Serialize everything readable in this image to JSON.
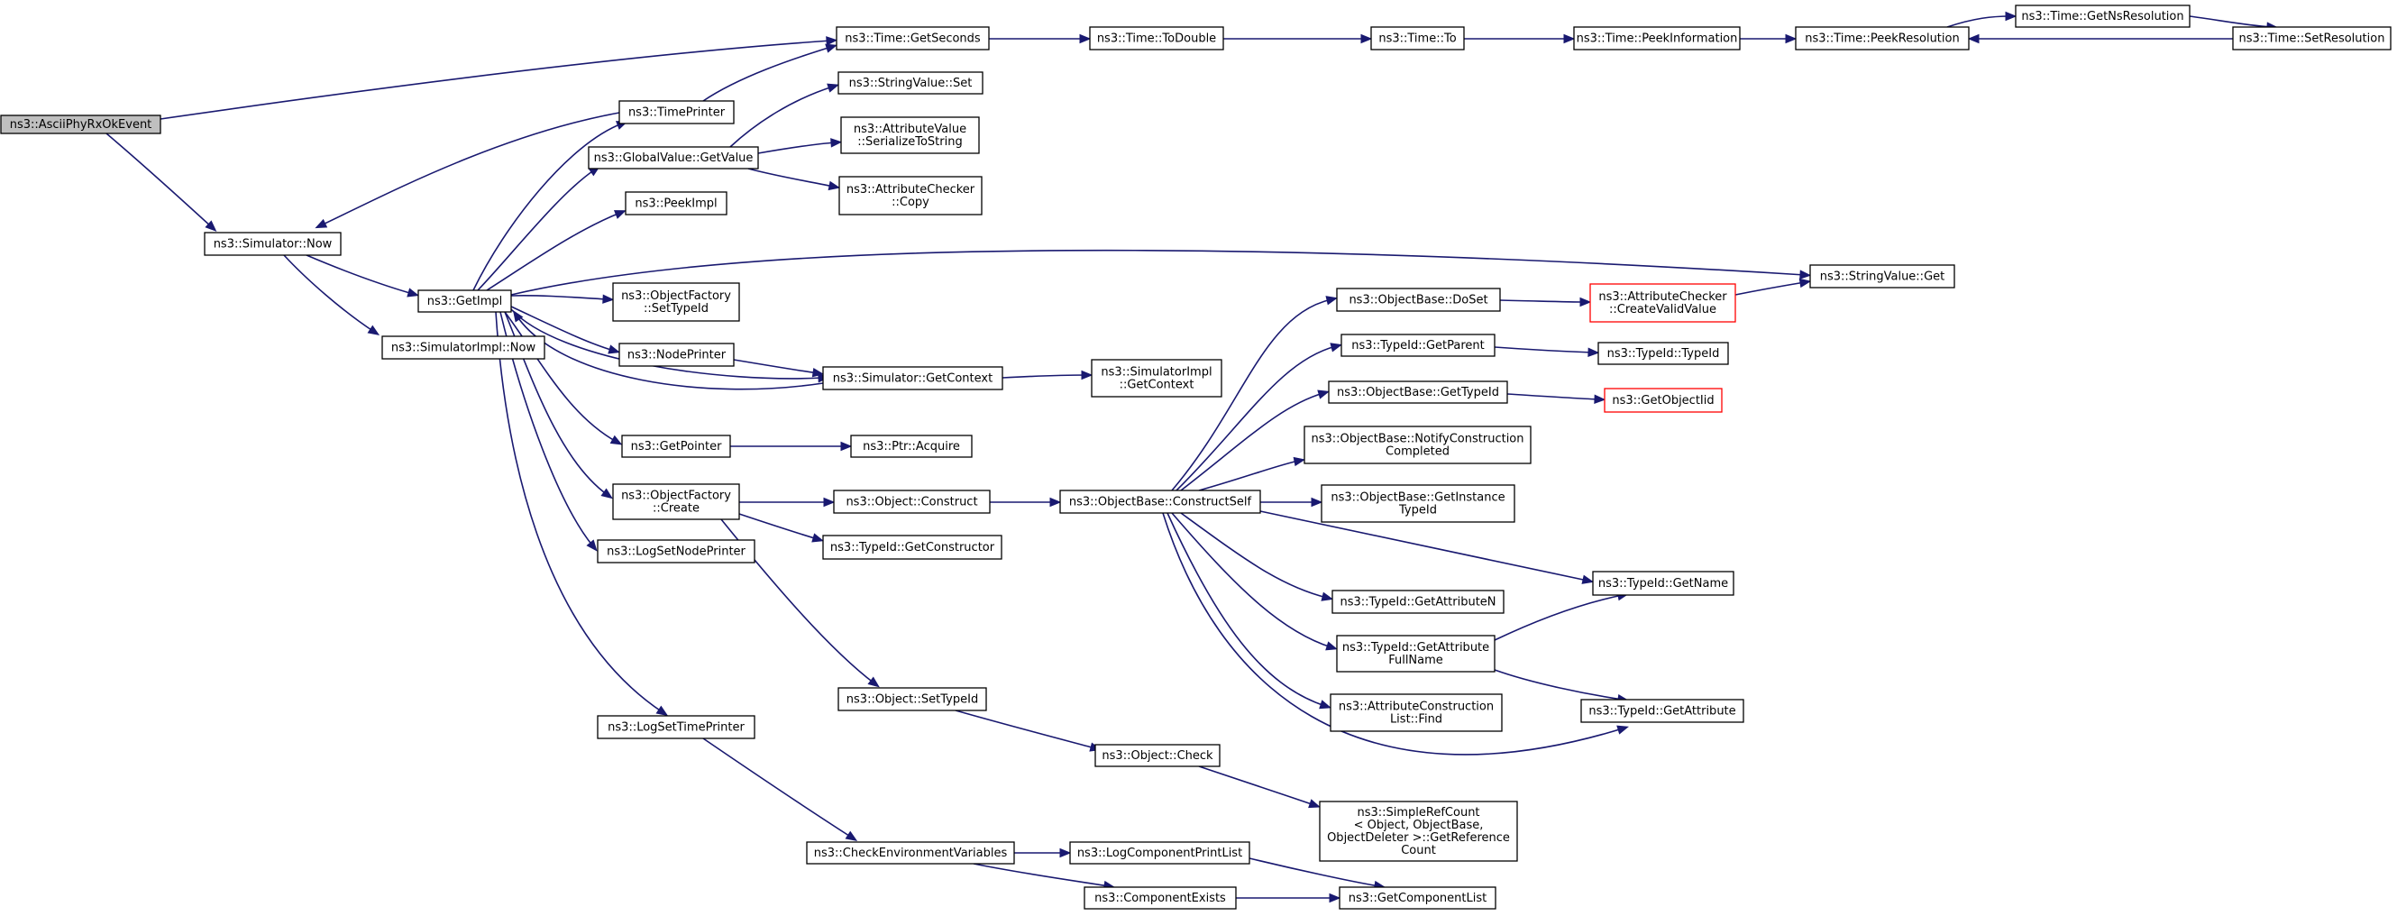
{
  "colors": {
    "edge": "#191970",
    "node_border": "#000000",
    "node_border_incomplete": "#ff0000",
    "root_fill": "#bfbfbf",
    "node_fill": "#ffffff"
  },
  "nodes": [
    {
      "id": "n0",
      "lines": [
        "ns3::AsciiPhyRxOkEvent"
      ],
      "root": true
    },
    {
      "id": "n1",
      "lines": [
        "ns3::Simulator::Now"
      ]
    },
    {
      "id": "n2",
      "lines": [
        "ns3::GetImpl"
      ]
    },
    {
      "id": "n3",
      "lines": [
        "ns3::SimulatorImpl::Now"
      ]
    },
    {
      "id": "n4",
      "lines": [
        "ns3::TimePrinter"
      ]
    },
    {
      "id": "n5",
      "lines": [
        "ns3::GlobalValue::GetValue"
      ]
    },
    {
      "id": "n6",
      "lines": [
        "ns3::PeekImpl"
      ]
    },
    {
      "id": "n7",
      "lines": [
        "ns3::ObjectFactory",
        "::SetTypeId"
      ]
    },
    {
      "id": "n8",
      "lines": [
        "ns3::NodePrinter"
      ]
    },
    {
      "id": "n9",
      "lines": [
        "ns3::GetPointer"
      ]
    },
    {
      "id": "n10",
      "lines": [
        "ns3::ObjectFactory",
        "::Create"
      ]
    },
    {
      "id": "n11",
      "lines": [
        "ns3::LogSetNodePrinter"
      ]
    },
    {
      "id": "n12",
      "lines": [
        "ns3::LogSetTimePrinter"
      ]
    },
    {
      "id": "n13",
      "lines": [
        "ns3::Time::GetSeconds"
      ]
    },
    {
      "id": "n14",
      "lines": [
        "ns3::StringValue::Set"
      ]
    },
    {
      "id": "n15",
      "lines": [
        "ns3::AttributeValue",
        "::SerializeToString"
      ]
    },
    {
      "id": "n16",
      "lines": [
        "ns3::AttributeChecker",
        "::Copy"
      ]
    },
    {
      "id": "n17",
      "lines": [
        "ns3::Simulator::GetContext"
      ]
    },
    {
      "id": "n18",
      "lines": [
        "ns3::Ptr::Acquire"
      ]
    },
    {
      "id": "n19",
      "lines": [
        "ns3::Object::Construct"
      ]
    },
    {
      "id": "n20",
      "lines": [
        "ns3::TypeId::GetConstructor"
      ]
    },
    {
      "id": "n21",
      "lines": [
        "ns3::Object::SetTypeId"
      ]
    },
    {
      "id": "n22",
      "lines": [
        "ns3::CheckEnvironmentVariables"
      ]
    },
    {
      "id": "n23",
      "lines": [
        "ns3::Time::ToDouble"
      ]
    },
    {
      "id": "n24",
      "lines": [
        "ns3::SimulatorImpl",
        "::GetContext"
      ]
    },
    {
      "id": "n25",
      "lines": [
        "ns3::ObjectBase::ConstructSelf"
      ]
    },
    {
      "id": "n26",
      "lines": [
        "ns3::Object::Check"
      ]
    },
    {
      "id": "n27",
      "lines": [
        "ns3::LogComponentPrintList"
      ]
    },
    {
      "id": "n28",
      "lines": [
        "ns3::ComponentExists"
      ]
    },
    {
      "id": "n29",
      "lines": [
        "ns3::Time::To"
      ]
    },
    {
      "id": "n30",
      "lines": [
        "ns3::ObjectBase::DoSet"
      ]
    },
    {
      "id": "n31",
      "lines": [
        "ns3::TypeId::GetParent"
      ]
    },
    {
      "id": "n32",
      "lines": [
        "ns3::ObjectBase::GetTypeId"
      ]
    },
    {
      "id": "n33",
      "lines": [
        "ns3::ObjectBase::NotifyConstruction",
        "Completed"
      ]
    },
    {
      "id": "n34",
      "lines": [
        "ns3::ObjectBase::GetInstance",
        "TypeId"
      ]
    },
    {
      "id": "n35",
      "lines": [
        "ns3::TypeId::GetAttributeN"
      ]
    },
    {
      "id": "n36",
      "lines": [
        "ns3::TypeId::GetAttribute",
        "FullName"
      ]
    },
    {
      "id": "n37",
      "lines": [
        "ns3::AttributeConstruction",
        "List::Find"
      ]
    },
    {
      "id": "n38",
      "lines": [
        "ns3::SimpleRefCount",
        "< Object, ObjectBase,",
        "ObjectDeleter >::GetReference",
        "Count"
      ]
    },
    {
      "id": "n39",
      "lines": [
        "ns3::GetComponentList"
      ]
    },
    {
      "id": "n40",
      "lines": [
        "ns3::Time::PeekInformation"
      ]
    },
    {
      "id": "n41",
      "lines": [
        "ns3::AttributeChecker",
        "::CreateValidValue"
      ],
      "incomplete": true
    },
    {
      "id": "n42",
      "lines": [
        "ns3::TypeId::TypeId"
      ]
    },
    {
      "id": "n43",
      "lines": [
        "ns3::GetObjectIid"
      ],
      "incomplete": true
    },
    {
      "id": "n44",
      "lines": [
        "ns3::TypeId::GetName"
      ]
    },
    {
      "id": "n45",
      "lines": [
        "ns3::TypeId::GetAttribute"
      ]
    },
    {
      "id": "n46",
      "lines": [
        "ns3::Time::PeekResolution"
      ]
    },
    {
      "id": "n47",
      "lines": [
        "ns3::StringValue::Get"
      ]
    },
    {
      "id": "n48",
      "lines": [
        "ns3::Time::GetNsResolution"
      ]
    },
    {
      "id": "n49",
      "lines": [
        "ns3::Time::SetResolution"
      ]
    }
  ],
  "edges": [
    [
      "n0",
      "n1"
    ],
    [
      "n0",
      "n13"
    ],
    [
      "n1",
      "n2"
    ],
    [
      "n1",
      "n3"
    ],
    [
      "n2",
      "n4"
    ],
    [
      "n2",
      "n5"
    ],
    [
      "n2",
      "n6"
    ],
    [
      "n2",
      "n7"
    ],
    [
      "n2",
      "n8"
    ],
    [
      "n2",
      "n9"
    ],
    [
      "n2",
      "n10"
    ],
    [
      "n2",
      "n11"
    ],
    [
      "n2",
      "n12"
    ],
    [
      "n2",
      "n17"
    ],
    [
      "n2",
      "n47"
    ],
    [
      "n4",
      "n1"
    ],
    [
      "n4",
      "n13"
    ],
    [
      "n5",
      "n14"
    ],
    [
      "n5",
      "n15"
    ],
    [
      "n5",
      "n16"
    ],
    [
      "n8",
      "n17"
    ],
    [
      "n9",
      "n18"
    ],
    [
      "n10",
      "n19"
    ],
    [
      "n10",
      "n20"
    ],
    [
      "n10",
      "n21"
    ],
    [
      "n12",
      "n22"
    ],
    [
      "n13",
      "n23"
    ],
    [
      "n17",
      "n2"
    ],
    [
      "n17",
      "n24"
    ],
    [
      "n19",
      "n25"
    ],
    [
      "n21",
      "n26"
    ],
    [
      "n22",
      "n27"
    ],
    [
      "n22",
      "n28"
    ],
    [
      "n23",
      "n29"
    ],
    [
      "n25",
      "n30"
    ],
    [
      "n25",
      "n31"
    ],
    [
      "n25",
      "n32"
    ],
    [
      "n25",
      "n33"
    ],
    [
      "n25",
      "n34"
    ],
    [
      "n25",
      "n35"
    ],
    [
      "n25",
      "n36"
    ],
    [
      "n25",
      "n37"
    ],
    [
      "n25",
      "n44"
    ],
    [
      "n25",
      "n45"
    ],
    [
      "n26",
      "n38"
    ],
    [
      "n27",
      "n39"
    ],
    [
      "n28",
      "n39"
    ],
    [
      "n29",
      "n40"
    ],
    [
      "n30",
      "n41"
    ],
    [
      "n31",
      "n42"
    ],
    [
      "n32",
      "n43"
    ],
    [
      "n36",
      "n44"
    ],
    [
      "n36",
      "n45"
    ],
    [
      "n40",
      "n46"
    ],
    [
      "n41",
      "n47"
    ],
    [
      "n46",
      "n48"
    ],
    [
      "n48",
      "n49"
    ],
    [
      "n49",
      "n46"
    ]
  ]
}
